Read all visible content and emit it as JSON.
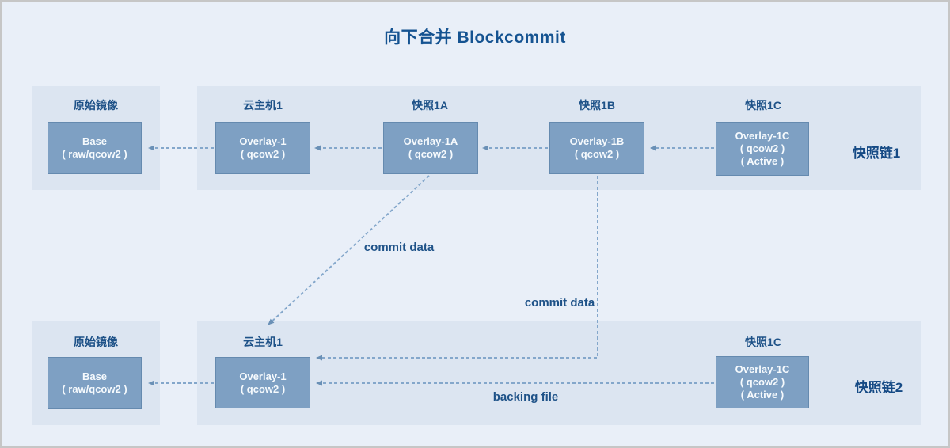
{
  "title": "向下合并 Blockcommit",
  "colors": {
    "background": "#e9eff8",
    "panel": "#dce5f1",
    "box_fill": "#7ea0c3",
    "box_text": "#f6fafd",
    "accent_text": "#155391",
    "arrow": "#84a7cb"
  },
  "chain1": {
    "chain_label": "快照链1",
    "source_panel": {
      "label": "原始镜像",
      "box_line1": "Base",
      "box_line2": "( raw/qcow2 )"
    },
    "nodes": [
      {
        "label": "云主机1",
        "box_line1": "Overlay-1",
        "box_line2": "( qcow2 )"
      },
      {
        "label": "快照1A",
        "box_line1": "Overlay-1A",
        "box_line2": "( qcow2 )"
      },
      {
        "label": "快照1B",
        "box_line1": "Overlay-1B",
        "box_line2": "( qcow2 )"
      },
      {
        "label": "快照1C",
        "box_line1": "Overlay-1C",
        "box_line2": "( qcow2 )",
        "box_line3": "( Active )"
      }
    ]
  },
  "chain2": {
    "chain_label": "快照链2",
    "source_panel": {
      "label": "原始镜像",
      "box_line1": "Base",
      "box_line2": "( raw/qcow2 )"
    },
    "nodes": [
      {
        "label": "云主机1",
        "box_line1": "Overlay-1",
        "box_line2": "( qcow2 )"
      },
      {
        "label": "快照1C",
        "box_line1": "Overlay-1C",
        "box_line2": "( qcow2 )",
        "box_line3": "( Active )"
      }
    ]
  },
  "annotations": {
    "commit_data_1": "commit data",
    "commit_data_2": "commit data",
    "backing_file": "backing file"
  }
}
